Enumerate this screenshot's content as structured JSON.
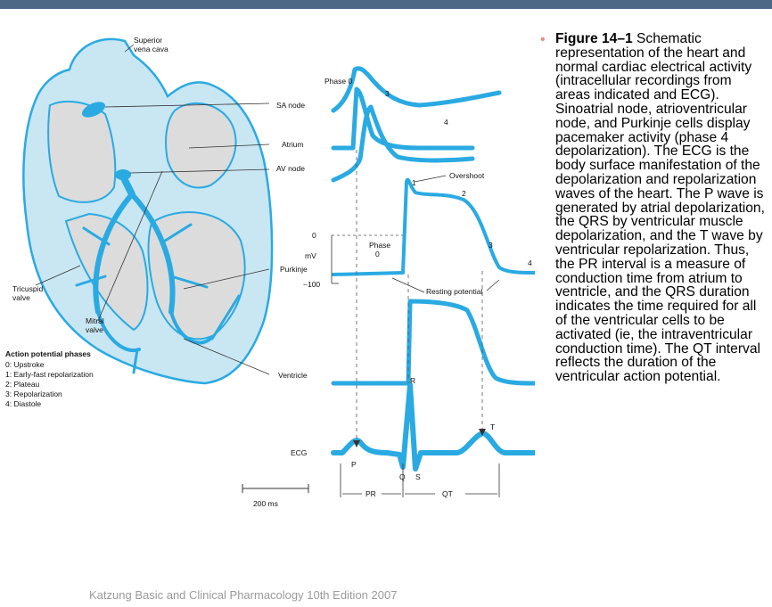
{
  "colors": {
    "top_bar": "#4d6787",
    "trace_blue": "#2aaae2",
    "heart_fill": "#c9e6f3",
    "chamber_fill": "#dcdcdc",
    "bullet": "#e98b8b",
    "credit_text": "#9a9a9a"
  },
  "heart_labels": {
    "superior_vena_cava": [
      "Superior",
      "vena cava"
    ],
    "tricuspid_valve": [
      "Tricuspid",
      "valve"
    ],
    "mitral_valve": [
      "Mitral",
      "valve"
    ]
  },
  "trace_labels": {
    "sa_node": "SA node",
    "atrium": "Atrium",
    "av_node": "AV node",
    "purkinje": "Purkinje",
    "ventricle": "Ventricle",
    "ecg": "ECG"
  },
  "purkinje_annotations": {
    "phase0_top": "Phase 0",
    "phase_word": "Phase",
    "phase_zero": "0",
    "overshoot": "Overshoot",
    "resting_potential": "Resting potential",
    "phase1": "1",
    "phase2": "2",
    "phase3": "3",
    "phase4": "4",
    "sa_phase3": "3",
    "sa_phase4": "4",
    "y_zero": "0",
    "y_unit": "mV",
    "y_min": "−100"
  },
  "ecg_waves": {
    "p": "P",
    "r": "R",
    "q": "Q",
    "s": "S",
    "t": "T",
    "pr": "PR",
    "qt": "QT"
  },
  "scale_bar": "200 ms",
  "legend": {
    "title": "Action potential phases",
    "items": [
      "0:  Upstroke",
      "1:  Early-fast repolarization",
      "2:  Plateau",
      "3:  Repolarization",
      "4:  Diastole"
    ]
  },
  "caption": {
    "bullet": "•",
    "title": "Figure 14–1",
    "body": " Schematic representation of the heart and normal cardiac electrical activity (intracellular recordings from areas indicated and ECG). Sinoatrial node, atrioventricular node, and Purkinje cells display pacemaker activity (phase 4 depolarization). The ECG is the body surface manifestation of the depolarization and repolarization waves of the heart. The P wave is generated by atrial depolarization, the QRS by ventricular muscle depolarization, and the T wave by ventricular repolarization. Thus, the PR interval is a measure of conduction time from atrium to ventricle, and the QRS duration indicates the time required for all of the ventricular cells to be activated (ie, the intraventricular conduction time). The QT interval reflects the duration of the ventricular action potential."
  },
  "footer": {
    "credit": "Katzung Basic and Clinical Pharmacology 10th Edition 2007"
  }
}
